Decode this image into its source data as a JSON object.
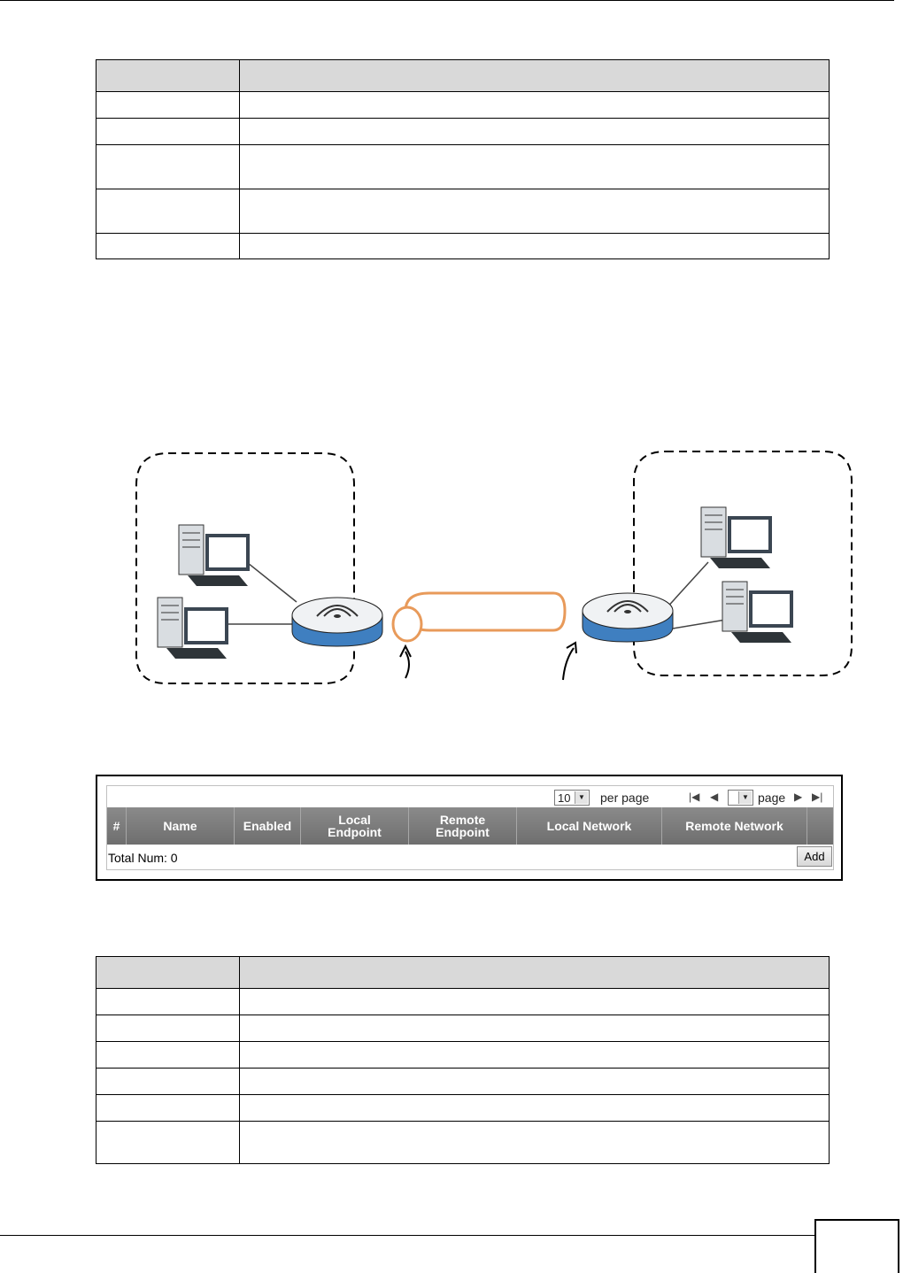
{
  "vpn_screen": {
    "per_page_value": "10",
    "per_page_label": "per page",
    "page_label": "page",
    "page_value": "",
    "columns": [
      "#",
      "Name",
      "Enabled",
      "Local\nEndpoint",
      "Remote\nEndpoint",
      "Local Network",
      "Remote Network"
    ],
    "total_label": "Total Num: 0",
    "add_label": "Add"
  }
}
